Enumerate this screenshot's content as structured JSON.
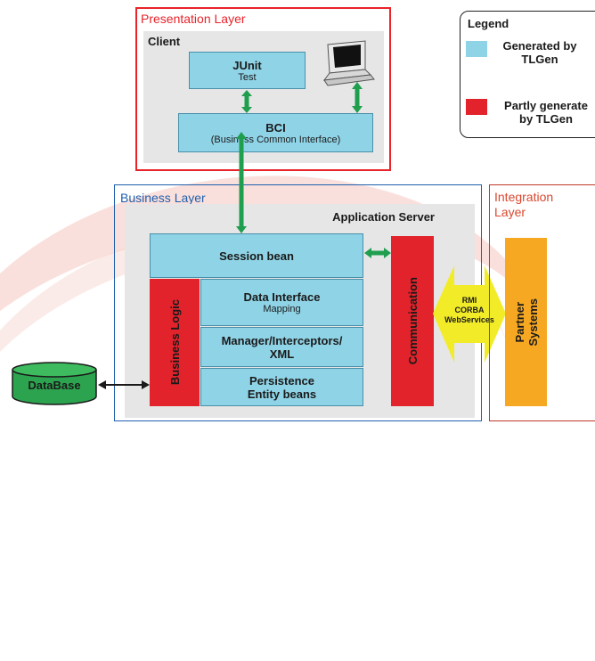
{
  "presentation": {
    "title": "Presentation Layer",
    "client_label": "Client",
    "junit": {
      "title": "JUnit",
      "subtitle": "Test"
    },
    "bci": {
      "title": "BCI",
      "subtitle": "(Business Common Interface)"
    }
  },
  "legend": {
    "title": "Legend",
    "items": [
      {
        "color": "#8fd3e6",
        "line1": "Generated by",
        "line2": "TLGen"
      },
      {
        "color": "#e2232b",
        "line1": "Partly generate",
        "line2": "by TLGen"
      }
    ]
  },
  "business": {
    "title": "Business Layer",
    "app_server": "Application Server",
    "session_bean": "Session bean",
    "business_logic": "Business Logic",
    "data_interface": {
      "title": "Data Interface",
      "subtitle": "Mapping"
    },
    "manager": {
      "line1": "Manager/Interceptors/",
      "line2": "XML"
    },
    "persistence": {
      "line1": "Persistence",
      "line2": "Entity beans"
    },
    "communication": "Communication"
  },
  "protocols": [
    "RMI",
    "CORBA",
    "WebServices"
  ],
  "integration": {
    "title_line1": "Integration",
    "title_line2": "Layer",
    "partner_line1": "Partner",
    "partner_line2": "Systems"
  },
  "database": "DataBase",
  "colors": {
    "generated": "#8fd3e6",
    "partly": "#e2232b",
    "partner": "#f7a823",
    "arrow_green": "#1f9e4e",
    "protocol_yellow": "#f2ec28"
  }
}
